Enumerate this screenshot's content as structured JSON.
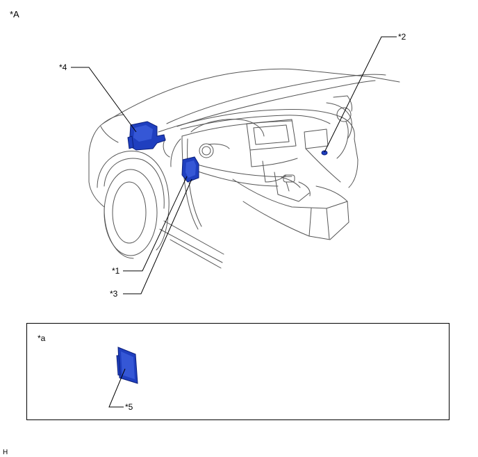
{
  "view_label": "*A",
  "inset_label": "*a",
  "footer_code": "H",
  "callouts": {
    "c1": "*1",
    "c2": "*2",
    "c3": "*3",
    "c4": "*4",
    "c5": "*5"
  },
  "colors": {
    "component": "#1f3fbf",
    "outline": "#555555",
    "leader": "#000000"
  }
}
